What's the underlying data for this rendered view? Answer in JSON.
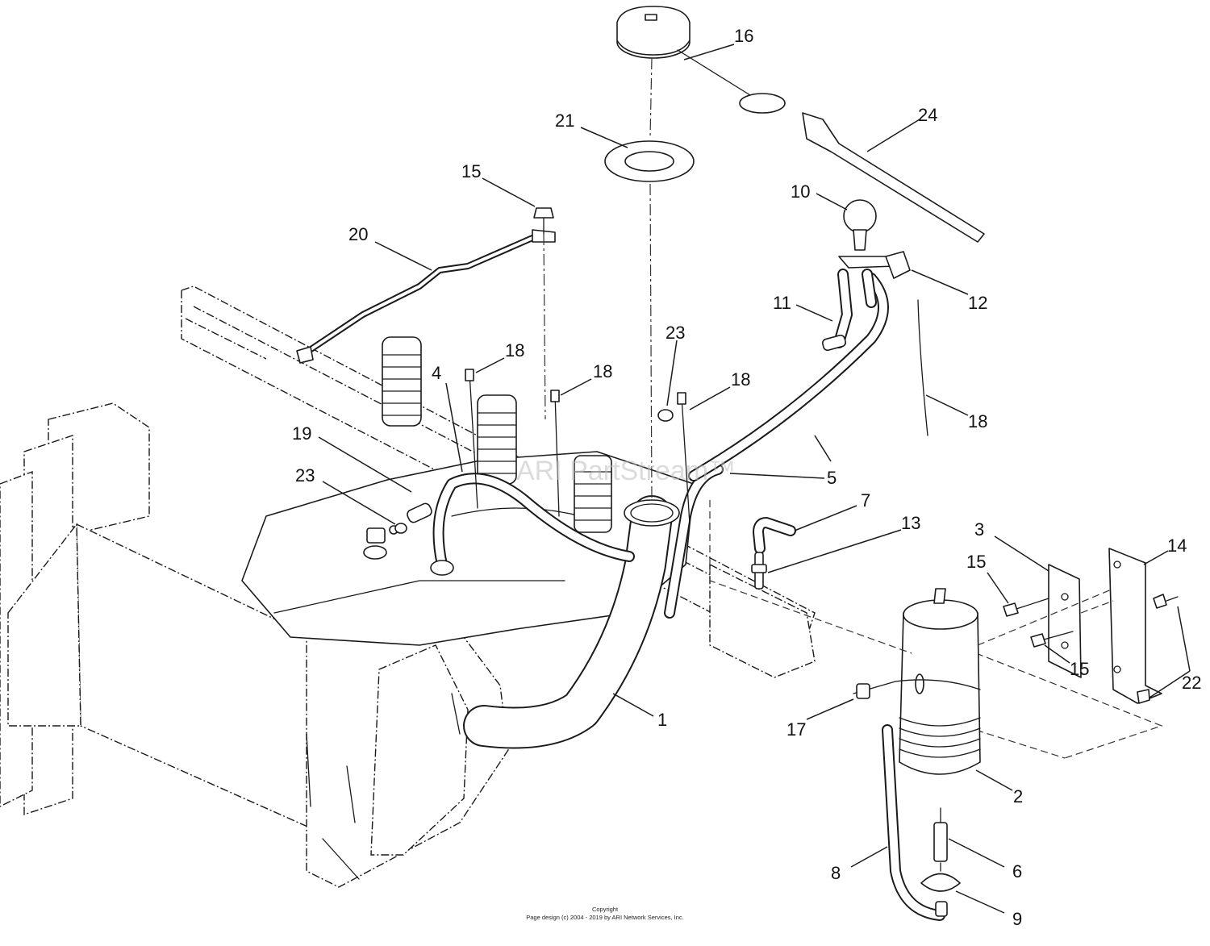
{
  "watermark": "ARI PartStream™",
  "copyright": {
    "line1": "Copyright",
    "line2": "Page design (c) 2004 - 2019 by ARI Network Services, Inc."
  },
  "callouts": {
    "c1": "1",
    "c2": "2",
    "c3": "3",
    "c4": "4",
    "c5": "5",
    "c6": "6",
    "c7": "7",
    "c8": "8",
    "c9": "9",
    "c10": "10",
    "c11": "11",
    "c12": "12",
    "c13": "13",
    "c14": "14",
    "c15a": "15",
    "c15b": "15",
    "c15c": "15",
    "c16": "16",
    "c17": "17",
    "c18a": "18",
    "c18b": "18",
    "c18c": "18",
    "c18d": "18",
    "c19": "19",
    "c20": "20",
    "c21": "21",
    "c22": "22",
    "c23a": "23",
    "c23b": "23",
    "c24": "24"
  },
  "colors": {
    "line": "#1a1a1a",
    "watermark": "#bfbfbf",
    "background": "#ffffff"
  }
}
